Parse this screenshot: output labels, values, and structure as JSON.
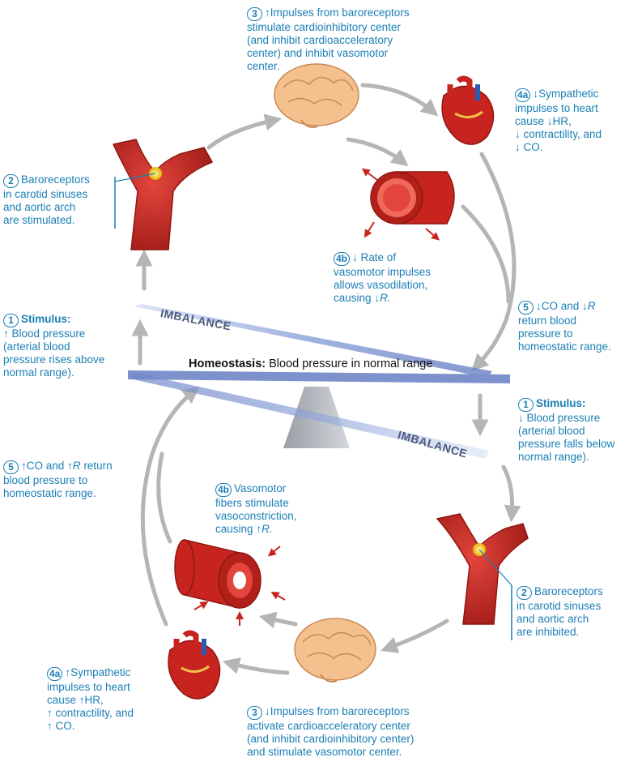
{
  "colors": {
    "text": "#1b7fb5",
    "arrow": "#b5b5b5",
    "vessel": "#c8241f",
    "beam": "#8ea3d8",
    "fulcrum": "#b9bcc2"
  },
  "center": {
    "homeostasis_bold": "Homeostasis:",
    "homeostasis_text": "Blood pressure in normal range",
    "imbalance_top": "IMBALANCE",
    "imbalance_bottom": "IMBALANCE"
  },
  "top": {
    "step1": {
      "num": "1",
      "title": "Stimulus:",
      "arrow": "↑",
      "l1": "Blood pressure",
      "l2": "(arterial blood",
      "l3": "pressure rises above",
      "l4": "normal range)."
    },
    "step2": {
      "num": "2",
      "l1": "Baroreceptors",
      "l2": "in carotid sinuses",
      "l3": "and aortic arch",
      "l4": "are stimulated."
    },
    "step3": {
      "num": "3",
      "arrow": "↑",
      "l1": "Impulses from baroreceptors",
      "l2": "stimulate cardioinhibitory center",
      "l3": "(and inhibit cardioacceleratory",
      "l4": "center) and inhibit vasomotor",
      "l5": "center."
    },
    "step4a": {
      "num": "4a",
      "arrow": "↓",
      "l1": "Sympathetic",
      "l2a": "impulses to heart",
      "l3a": "cause",
      "l3b": "HR,",
      "l4": "contractility, and",
      "l5": "CO."
    },
    "step4b": {
      "num": "4b",
      "arrow": "↓",
      "l1": "Rate of",
      "l2": "vasomotor impulses",
      "l3": "allows vasodilation,",
      "l4a": "causing",
      "l4b": "R."
    },
    "step5": {
      "num": "5",
      "arrow": "↓",
      "l1a": "CO and",
      "l1b": "R",
      "l2": "return blood",
      "l3": "pressure to",
      "l4": "homeostatic range."
    }
  },
  "bottom": {
    "step1": {
      "num": "1",
      "title": "Stimulus:",
      "arrow": "↓",
      "l1": "Blood pressure",
      "l2": "(arterial blood",
      "l3": "pressure falls below",
      "l4": "normal range)."
    },
    "step2": {
      "num": "2",
      "l1": "Baroreceptors",
      "l2": "in carotid sinuses",
      "l3": "and aortic arch",
      "l4": "are inhibited."
    },
    "step3": {
      "num": "3",
      "arrow": "↓",
      "l1": "Impulses from baroreceptors",
      "l2": "activate cardioacceleratory center",
      "l3": "(and inhibit cardioinhibitory center)",
      "l4": "and stimulate vasomotor center."
    },
    "step4a": {
      "num": "4a",
      "arrow": "↑",
      "l1": "Sympathetic",
      "l2": "impulses to heart",
      "l3a": "cause",
      "l3b": "HR,",
      "l4": "contractility, and",
      "l5": "CO."
    },
    "step4b": {
      "num": "4b",
      "l1": "Vasomotor",
      "l2": "fibers stimulate",
      "l3": "vasoconstriction,",
      "l4a": "causing",
      "l4b": "R."
    },
    "step5": {
      "num": "5",
      "arrow": "↑",
      "l1a": "CO and",
      "l1b": "R",
      "l1c": "return",
      "l2": "blood pressure to",
      "l3": "homeostatic range."
    }
  }
}
